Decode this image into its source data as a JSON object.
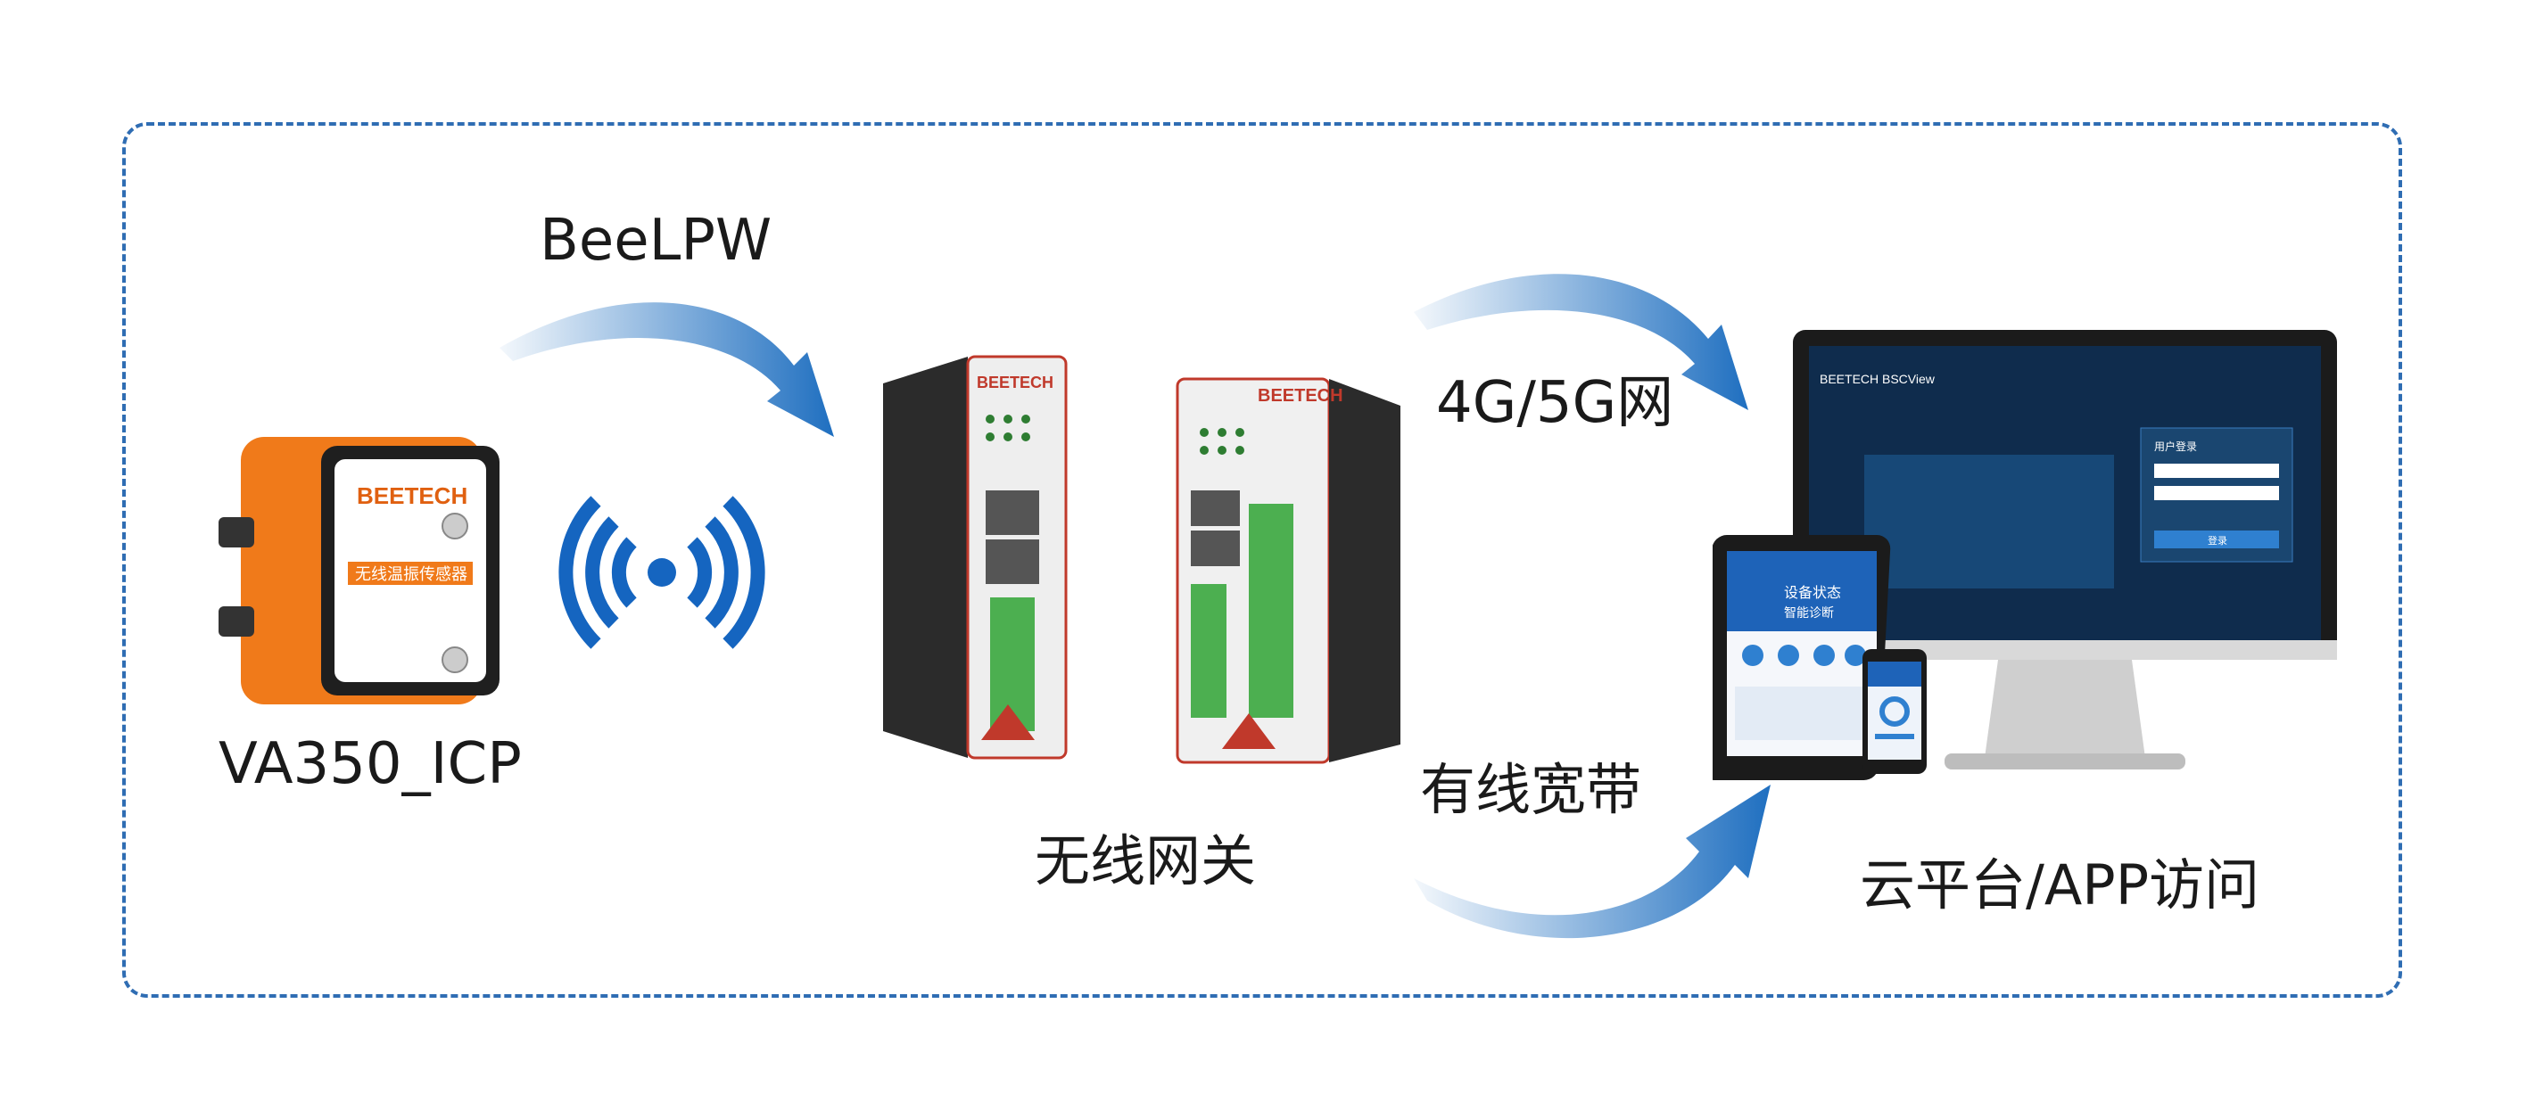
{
  "labels": {
    "protocol": "BeeLPW",
    "sensor": "VA350_ICP",
    "gateway": "无线网关",
    "cellular": "4G/5G网",
    "wired": "有线宽带",
    "cloud": "云平台/APP访问"
  },
  "sensor_device": {
    "brand": "BEETECH",
    "name_plate": "无线温振传感器"
  },
  "gateways": {
    "brand": "BEETECH"
  },
  "monitor_app": {
    "brand": "BEETECH",
    "product": "BSCView",
    "login_title": "用户登录",
    "login_button": "登录"
  },
  "tablet_app": {
    "headline": "设备状态",
    "subheadline": "智能诊断"
  },
  "colors": {
    "frame": "#2f6db3",
    "arrow": "#1f6fc0",
    "sensor_orange": "#f07a1a",
    "terminal_green": "#4caf50"
  }
}
